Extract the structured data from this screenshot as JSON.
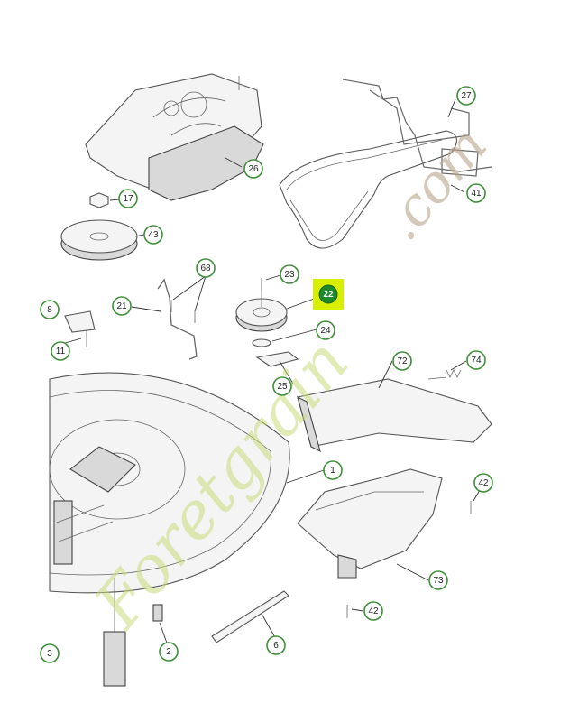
{
  "callouts": [
    {
      "id": "c-27",
      "label": "27"
    },
    {
      "id": "c-26",
      "label": "26"
    },
    {
      "id": "c-17",
      "label": "17"
    },
    {
      "id": "c-43",
      "label": "43"
    },
    {
      "id": "c-41",
      "label": "41"
    },
    {
      "id": "c-68",
      "label": "68"
    },
    {
      "id": "c-23",
      "label": "23"
    },
    {
      "id": "c-22",
      "label": "22",
      "highlighted": true
    },
    {
      "id": "c-21",
      "label": "21"
    },
    {
      "id": "c-24",
      "label": "24"
    },
    {
      "id": "c-8",
      "label": "8"
    },
    {
      "id": "c-11",
      "label": "11"
    },
    {
      "id": "c-72",
      "label": "72"
    },
    {
      "id": "c-74",
      "label": "74"
    },
    {
      "id": "c-25",
      "label": "25"
    },
    {
      "id": "c-1",
      "label": "1"
    },
    {
      "id": "c-42a",
      "label": "42"
    },
    {
      "id": "c-73",
      "label": "73"
    },
    {
      "id": "c-42b",
      "label": "42"
    },
    {
      "id": "c-6",
      "label": "6"
    },
    {
      "id": "c-2",
      "label": "2"
    },
    {
      "id": "c-3",
      "label": "3"
    }
  ],
  "watermark": {
    "brand": "Foretgrain",
    "tld": ".com"
  },
  "colors": {
    "callout_ring": "#3f8f3a",
    "highlight_box": "#d8f000",
    "highlight_circle": "#1f8a2c",
    "watermark_green": "#c8dc7c",
    "watermark_brown": "#b9a58c"
  }
}
